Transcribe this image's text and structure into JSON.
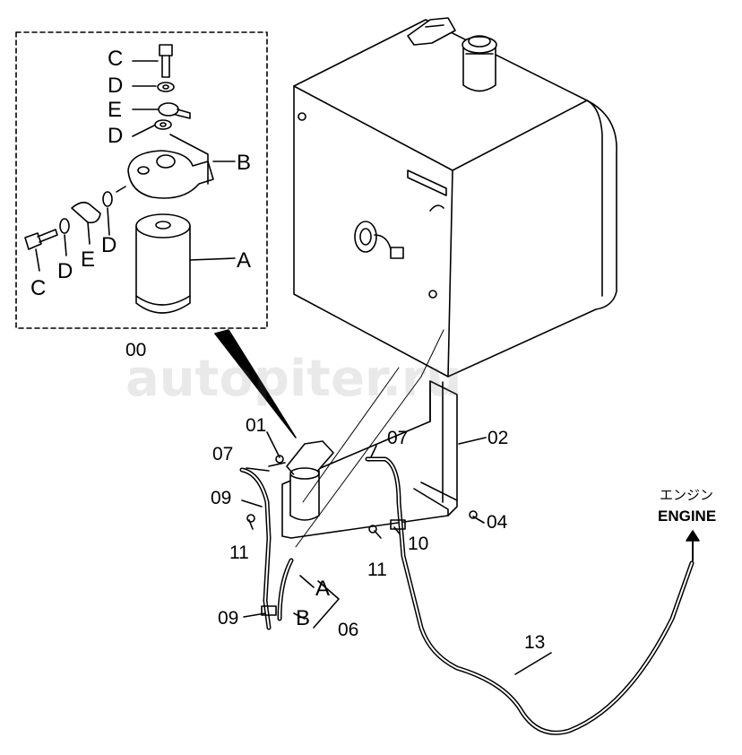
{
  "labels": {
    "inset_c1": "C",
    "inset_d1": "D",
    "inset_e1": "E",
    "inset_d2": "D",
    "inset_b": "B",
    "inset_a": "A",
    "inset_c2": "C",
    "inset_d3": "D",
    "inset_e2": "E",
    "inset_d4": "D",
    "n00": "00",
    "n01": "01",
    "n02": "02",
    "n04": "04",
    "n06": "06",
    "n07_left": "07",
    "n07_right": "07",
    "n09_top": "09",
    "n09_bottom": "09",
    "n10": "10",
    "n11_left": "11",
    "n11_right": "11",
    "n13": "13",
    "hose_a": "A",
    "hose_b": "B",
    "engine_jp": "エンジン",
    "engine_en": "ENGINE"
  },
  "watermark": "autopiter.ru",
  "colors": {
    "line": "#000000",
    "watermark": "#9a9a9a"
  }
}
